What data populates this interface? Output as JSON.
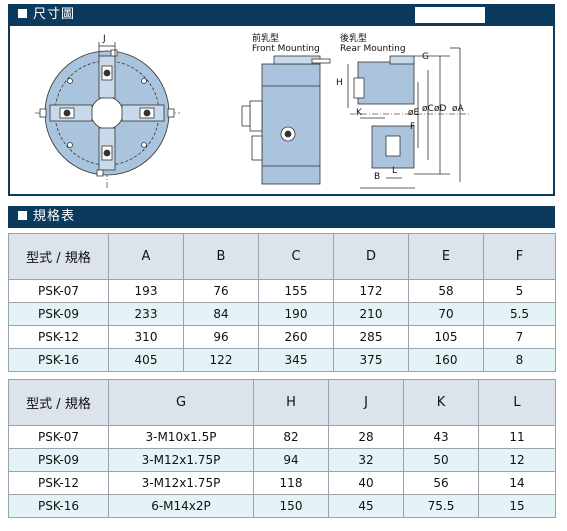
{
  "sections": {
    "dimensions_title": "尺寸圖",
    "specs_title": "規格表"
  },
  "drawing": {
    "front_label_zh": "前乳型",
    "front_label_en": "Front Mounting",
    "rear_label_zh": "後乳型",
    "rear_label_en": "Rear  Mounting",
    "dim_J": "J",
    "dim_G": "G",
    "dim_H": "H",
    "dim_K": "K",
    "dim_E": "øE",
    "dim_F": "F",
    "dim_C": "øC",
    "dim_D": "øD",
    "dim_A": "øA",
    "dim_B": "B",
    "dim_L": "L"
  },
  "table1": {
    "headers": [
      "型式 / 規格",
      "A",
      "B",
      "C",
      "D",
      "E",
      "F"
    ],
    "rows": [
      [
        "PSK-07",
        "193",
        "76",
        "155",
        "172",
        "58",
        "5"
      ],
      [
        "PSK-09",
        "233",
        "84",
        "190",
        "210",
        "70",
        "5.5"
      ],
      [
        "PSK-12",
        "310",
        "96",
        "260",
        "285",
        "105",
        "7"
      ],
      [
        "PSK-16",
        "405",
        "122",
        "345",
        "375",
        "160",
        "8"
      ]
    ]
  },
  "table2": {
    "headers": [
      "型式 / 規格",
      "G",
      "H",
      "J",
      "K",
      "L"
    ],
    "rows": [
      [
        "PSK-07",
        "3-M10x1.5P",
        "82",
        "28",
        "43",
        "11"
      ],
      [
        "PSK-09",
        "3-M12x1.75P",
        "94",
        "32",
        "50",
        "12"
      ],
      [
        "PSK-12",
        "3-M12x1.75P",
        "118",
        "40",
        "56",
        "14"
      ],
      [
        "PSK-16",
        "6-M14x2P",
        "150",
        "45",
        "75.5",
        "15"
      ]
    ]
  },
  "colors": {
    "bar": "#0b3a5c",
    "header_bg": "#dde3ea",
    "alt_row_bg": "#e4f4f6",
    "drawing_blue": "#a9c4dc"
  }
}
